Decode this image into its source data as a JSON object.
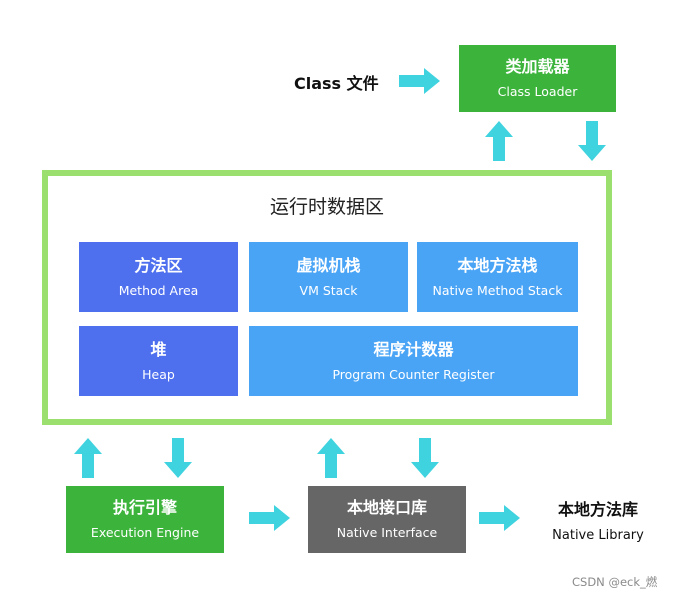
{
  "class_file": {
    "label": "Class 文件"
  },
  "class_loader": {
    "zh": "类加载器",
    "en": "Class Loader"
  },
  "runtime": {
    "title": "运行时数据区",
    "method_area": {
      "zh": "方法区",
      "en": "Method Area"
    },
    "vm_stack": {
      "zh": "虚拟机栈",
      "en": "VM Stack"
    },
    "native_method_stack": {
      "zh": "本地方法栈",
      "en": "Native Method Stack"
    },
    "heap": {
      "zh": "堆",
      "en": "Heap"
    },
    "pc_register": {
      "zh": "程序计数器",
      "en": "Program Counter Register"
    }
  },
  "execution_engine": {
    "zh": "执行引擎",
    "en": "Execution Engine"
  },
  "native_interface": {
    "zh": "本地接口库",
    "en": "Native Interface"
  },
  "native_library": {
    "zh": "本地方法库",
    "en": "Native Library"
  },
  "watermark": "CSDN @eck_燃",
  "colors": {
    "green": "#3cb43c",
    "light_green_border": "#9be06e",
    "indigo": "#4f70ee",
    "sky": "#4aa4f6",
    "gray": "#666666",
    "arrow": "#3fd3df"
  },
  "icons": {
    "arrow": "arrow-icon"
  }
}
